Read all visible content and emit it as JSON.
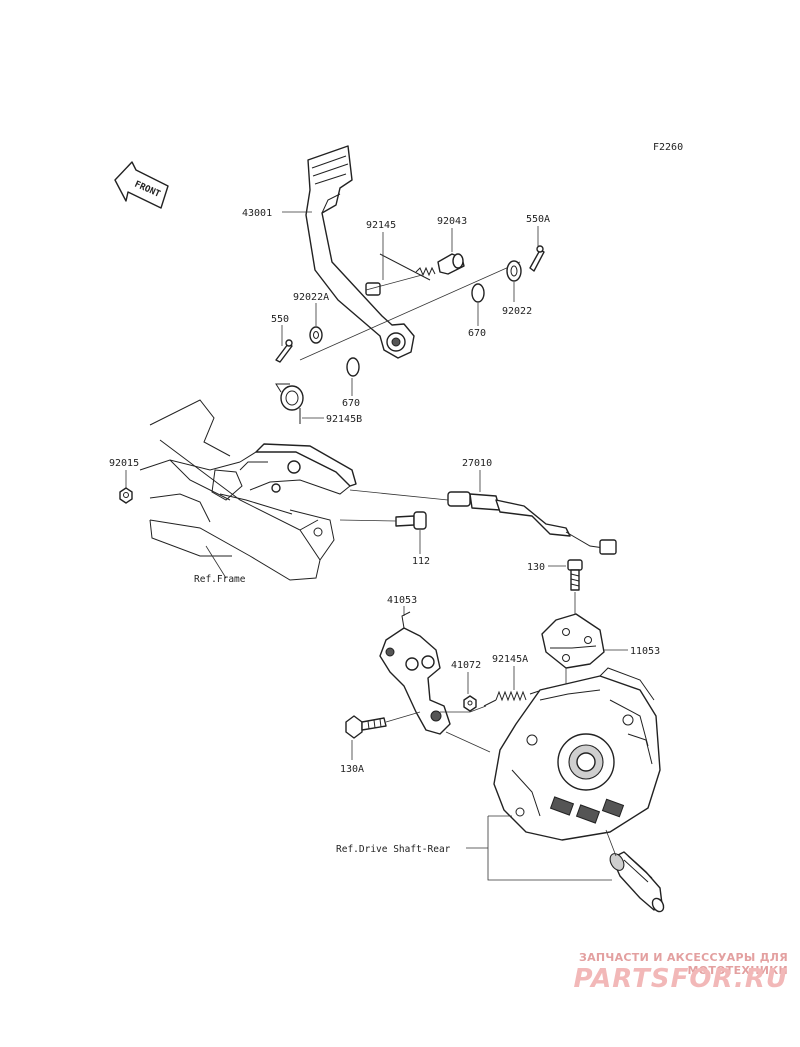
{
  "figure_code": "F2260",
  "front_label": "FRONT",
  "parts": {
    "p43001": "43001",
    "p92145": "92145",
    "p92043": "92043",
    "p550A": "550A",
    "p92022A": "92022A",
    "p550": "550",
    "p670_upper": "670",
    "p92022": "92022",
    "p670_lower": "670",
    "p92145B": "92145B",
    "p92015": "92015",
    "p27010": "27010",
    "p112": "112",
    "p130": "130",
    "p41053": "41053",
    "p11053": "11053",
    "p41072": "41072",
    "p92145A": "92145A",
    "p130A": "130A"
  },
  "references": {
    "frame": "Ref.Frame",
    "drive_shaft": "Ref.Drive Shaft-Rear"
  },
  "watermark": {
    "tagline": "ЗАПЧАСТИ И АКСЕССУАРЫ ДЛЯ МОТОТЕХНИКИ",
    "logo": "PARTSFOR.RU"
  },
  "colors": {
    "line": "#222222",
    "watermark": "#f2b8b8"
  }
}
